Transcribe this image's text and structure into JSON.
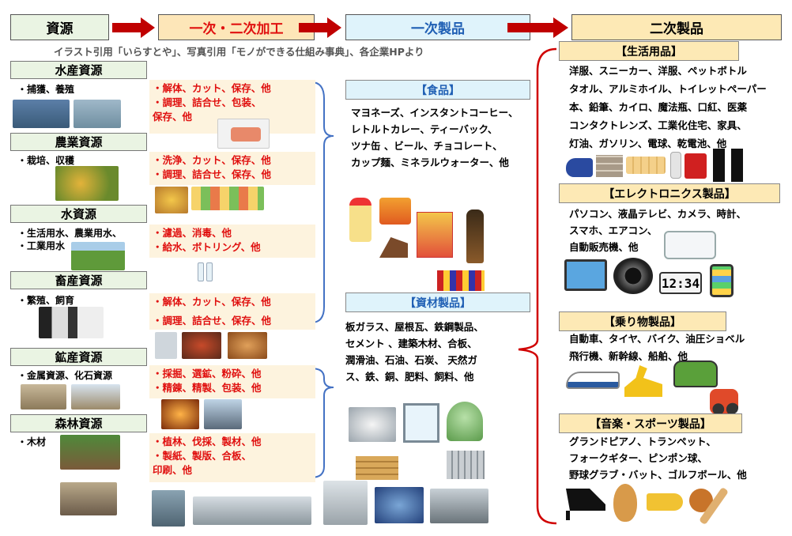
{
  "header": {
    "col_resources": "資源",
    "col_processing": "一次・二次加工",
    "col_primary": "一次製品",
    "col_secondary": "二次製品"
  },
  "credit": "イラスト引用「いらすとや」、写真引用「モノができる仕組み事典」、各企業HPより",
  "resources": [
    {
      "title": "水産資源",
      "sub": "・捕獲、養殖"
    },
    {
      "title": "農業資源",
      "sub": "・栽培、収穫"
    },
    {
      "title": "水資源",
      "sub": "・生活用水、農業用水、\n・工業用水"
    },
    {
      "title": "畜産資源",
      "sub": "・繁殖、飼育"
    },
    {
      "title": "鉱産資源",
      "sub": "・金属資源、化石資源"
    },
    {
      "title": "森林資源",
      "sub": "・木材"
    }
  ],
  "processing": [
    {
      "lines": [
        "・解体、カット、保存、他",
        "・調理、詰合せ、包装、",
        "保存、他"
      ]
    },
    {
      "lines": [
        "・洗浄、カット、保存、他",
        "・調理、詰合せ、保存、他"
      ]
    },
    {
      "lines": [
        "・濾過、消毒、他",
        "・給水、ボトリング、他"
      ]
    },
    {
      "lines": [
        "・解体、カット、保存、他",
        "・調理、詰合せ、保存、他"
      ]
    },
    {
      "lines": [
        "・採掘、選鉱、粉砕、他",
        "・精錬、精製、包装、他"
      ]
    },
    {
      "lines": [
        "・植林、伐採、製材、他",
        "・製紙、製版、合板、",
        "印刷、他"
      ]
    }
  ],
  "primary": {
    "food": {
      "title": "【食品】",
      "lines": [
        "マヨネーズ、インスタントコーヒー、",
        "レトルトカレー、ティーバック、",
        "ツナ缶 、ビール、チョコレート、",
        "カップ麺、ミネラルウォーター、他"
      ]
    },
    "materials": {
      "title": "【資材製品】",
      "lines": [
        "板ガラス、屋根瓦、鉄鋼製品、",
        "セメント 、建築木材、合板、",
        "潤滑油、石油、石炭、 天然ガ",
        "ス、鉄、銅、肥料、飼料、他"
      ]
    }
  },
  "secondary": [
    {
      "title": "【生活用品】",
      "lines": [
        "洋服、スニーカー、洋服、ペットボトル",
        "タオル、アルミホイル、トイレットペーパー",
        "本、鉛筆、カイロ、魔法瓶、口紅、医薬",
        "コンタクトレンズ、工業化住宅、家具、",
        "灯油、ガソリン、電球、乾電池、他"
      ]
    },
    {
      "title": "【エレクトロニクス製品】",
      "lines": [
        "パソコン、液晶テレビ、カメラ、時計、",
        "スマホ、エアコン、",
        "自動販売機、他"
      ]
    },
    {
      "title": "【乗り物製品】",
      "lines": [
        "自動車、タイヤ、バイク、油圧ショベル",
        "飛行機、新幹線、船舶、他"
      ]
    },
    {
      "title": "【音楽・スポーツ製品】",
      "lines": [
        "グランドピアノ、トランペット、",
        "フォークギター、ピンポン球、",
        "野球グラブ・バット、ゴルフボール、他"
      ]
    }
  ],
  "clock_display": "12:34",
  "colors": {
    "arrow": "#c00000",
    "brace_blue": "#4472c4",
    "brace_red": "#d00000",
    "resource_head": "#eaf4e3",
    "process_head": "#fde6b8",
    "primary_head": "#dff3fb",
    "secondary_head": "#fde9b5",
    "process_text": "#e0100f"
  }
}
